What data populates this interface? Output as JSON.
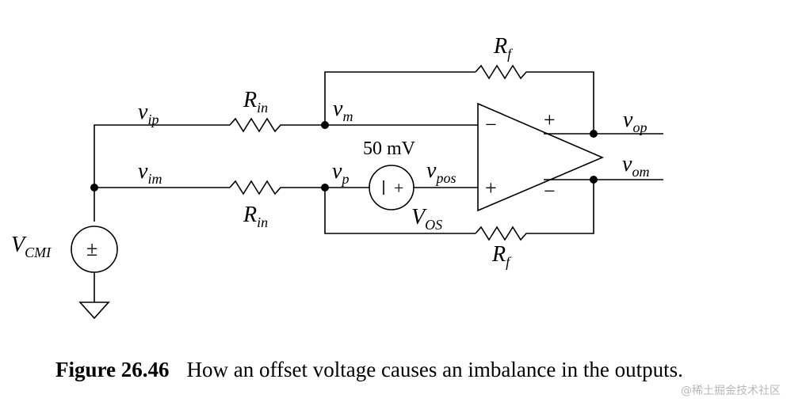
{
  "labels": {
    "rf_top": "R",
    "rf_top_sub": "f",
    "rin_top": "R",
    "rin_top_sub": "in",
    "rin_bot": "R",
    "rin_bot_sub": "in",
    "rf_bot": "R",
    "rf_bot_sub": "f",
    "vip": "v",
    "vip_sub": "ip",
    "vim": "v",
    "vim_sub": "im",
    "vm": "v",
    "vm_sub": "m",
    "vp": "v",
    "vp_sub": "p",
    "vpos": "v",
    "vpos_sub": "pos",
    "vop": "v",
    "vop_sub": "op",
    "vom": "v",
    "vom_sub": "om",
    "vos": "V",
    "vos_sub": "OS",
    "vcmi": "V",
    "vcmi_sub": "CMI",
    "source_value": "50 mV",
    "plus": "+",
    "minus": "−",
    "plusminus": "±"
  },
  "caption": {
    "number": "Figure 26.46",
    "text": "How an offset voltage causes an imbalance in the outputs."
  },
  "watermark": "@稀土掘金技术社区"
}
